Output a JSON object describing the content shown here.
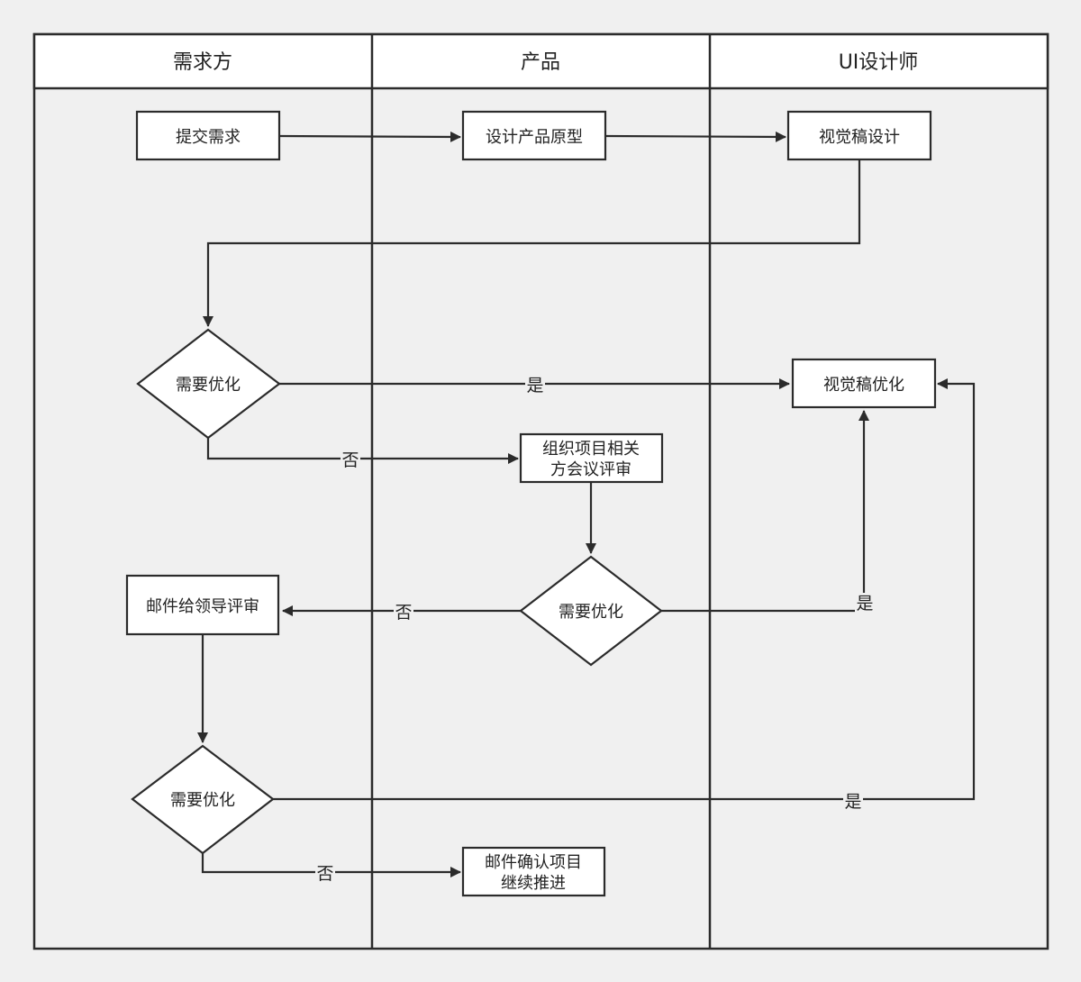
{
  "lanes": [
    {
      "id": "requester",
      "title": "需求方"
    },
    {
      "id": "product",
      "title": "产品"
    },
    {
      "id": "designer",
      "title": "UI设计师"
    }
  ],
  "nodes": {
    "submit": "提交需求",
    "prototype": "设计产品原型",
    "visual": "视觉稿设计",
    "decision1": "需要优化",
    "optimize": "视觉稿优化",
    "meeting_line1": "组织项目相关",
    "meeting_line2": "方会议评审",
    "decision2": "需要优化",
    "email_leader": "邮件给领导评审",
    "decision3": "需要优化",
    "confirm_line1": "邮件确认项目",
    "confirm_line2": "继续推进"
  },
  "edge_labels": {
    "yes1": "是",
    "no1": "否",
    "no2": "否",
    "yes2": "是",
    "yes3": "是",
    "no3": "否"
  },
  "colors": {
    "background": "#f0f0f0",
    "stroke": "#2b2b2b",
    "node_fill": "#ffffff"
  }
}
